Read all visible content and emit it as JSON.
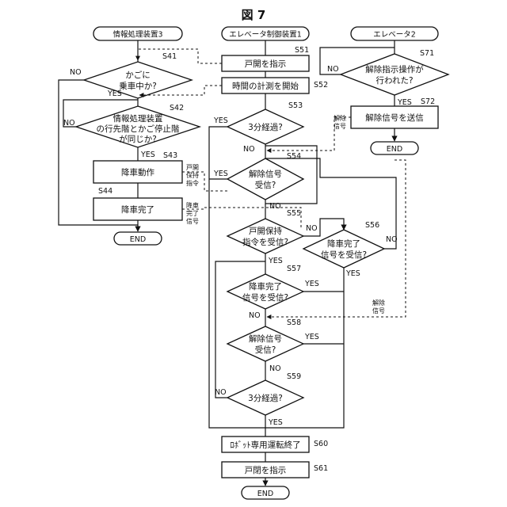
{
  "figure_title": "図 7",
  "columns": {
    "info": "情報処理装置3",
    "robot": "エレベータ制御装置1",
    "elev2": "エレベータ2"
  },
  "steps": {
    "s41": {
      "id": "S41",
      "l1": "かごに",
      "l2": "乗車中か?"
    },
    "s42": {
      "id": "S42",
      "l1": "情報処理装置",
      "l2": "の行先階とかご停止階",
      "l3": "が同じか?"
    },
    "s43": {
      "id": "S43",
      "text": "降車動作"
    },
    "s44": {
      "id": "S44",
      "text": "降車完了"
    },
    "s51": {
      "id": "S51",
      "text": "戸開を指示"
    },
    "s52": {
      "id": "S52",
      "text": "時間の計測を開始"
    },
    "s53": {
      "id": "S53",
      "text": "3分経過?"
    },
    "s54": {
      "id": "S54",
      "l1": "解除信号",
      "l2": "受信?"
    },
    "s55": {
      "id": "S55",
      "l1": "戸開保持",
      "l2": "指令を受信?"
    },
    "s56": {
      "id": "S56",
      "l1": "降車完了",
      "l2": "信号を受信?"
    },
    "s57": {
      "id": "S57",
      "l1": "降車完了",
      "l2": "信号を受信?"
    },
    "s58": {
      "id": "S58",
      "l1": "解除信号",
      "l2": "受信?"
    },
    "s59": {
      "id": "S59",
      "text": "3分経過?"
    },
    "s60": {
      "id": "S60",
      "text": "ﾛﾎﾞｯﾄ専用運転終了"
    },
    "s61": {
      "id": "S61",
      "text": "戸閉を指示"
    },
    "s71": {
      "id": "S71",
      "l1": "解除指示操作が",
      "l2": "行われた?"
    },
    "s72": {
      "id": "S72",
      "text": "解除信号を送信"
    }
  },
  "end_label": "END",
  "yes": "YES",
  "no": "NO",
  "signals": {
    "door_hold": [
      "戸開",
      "保持",
      "指令"
    ],
    "getoff_done": [
      "降車",
      "完了",
      "信号"
    ],
    "release_a": [
      "解除",
      "信号"
    ],
    "release_b": [
      "解除",
      "信号"
    ]
  }
}
